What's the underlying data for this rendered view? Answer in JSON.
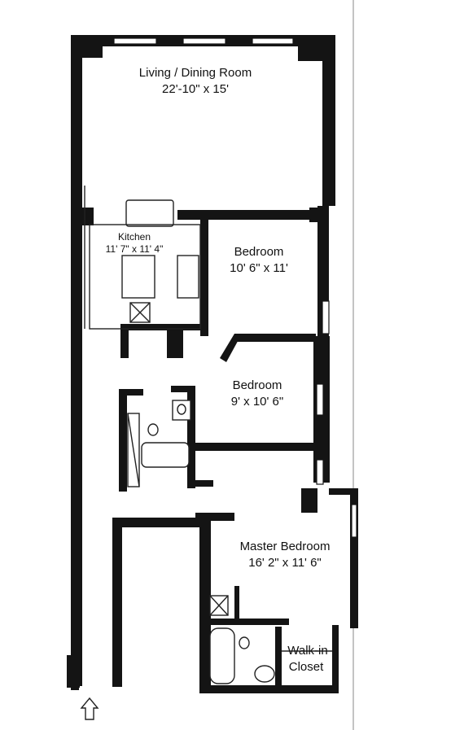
{
  "rooms": {
    "living": {
      "name": "Living / Dining Room",
      "dims": "22'-10\" x 15'"
    },
    "kitchen": {
      "name": "Kitchen",
      "dims": "11' 7\" x 11' 4\""
    },
    "bedroom1": {
      "name": "Bedroom",
      "dims": "10' 6\" x 11'"
    },
    "bedroom2": {
      "name": "Bedroom",
      "dims": "9' x 10' 6\""
    },
    "master": {
      "name": "Master Bedroom",
      "dims": "16' 2\" x 11' 6\""
    },
    "closet": {
      "line1": "Walk-in",
      "line2": "Closet"
    }
  },
  "icons": {
    "entry": "up-arrow-icon"
  }
}
